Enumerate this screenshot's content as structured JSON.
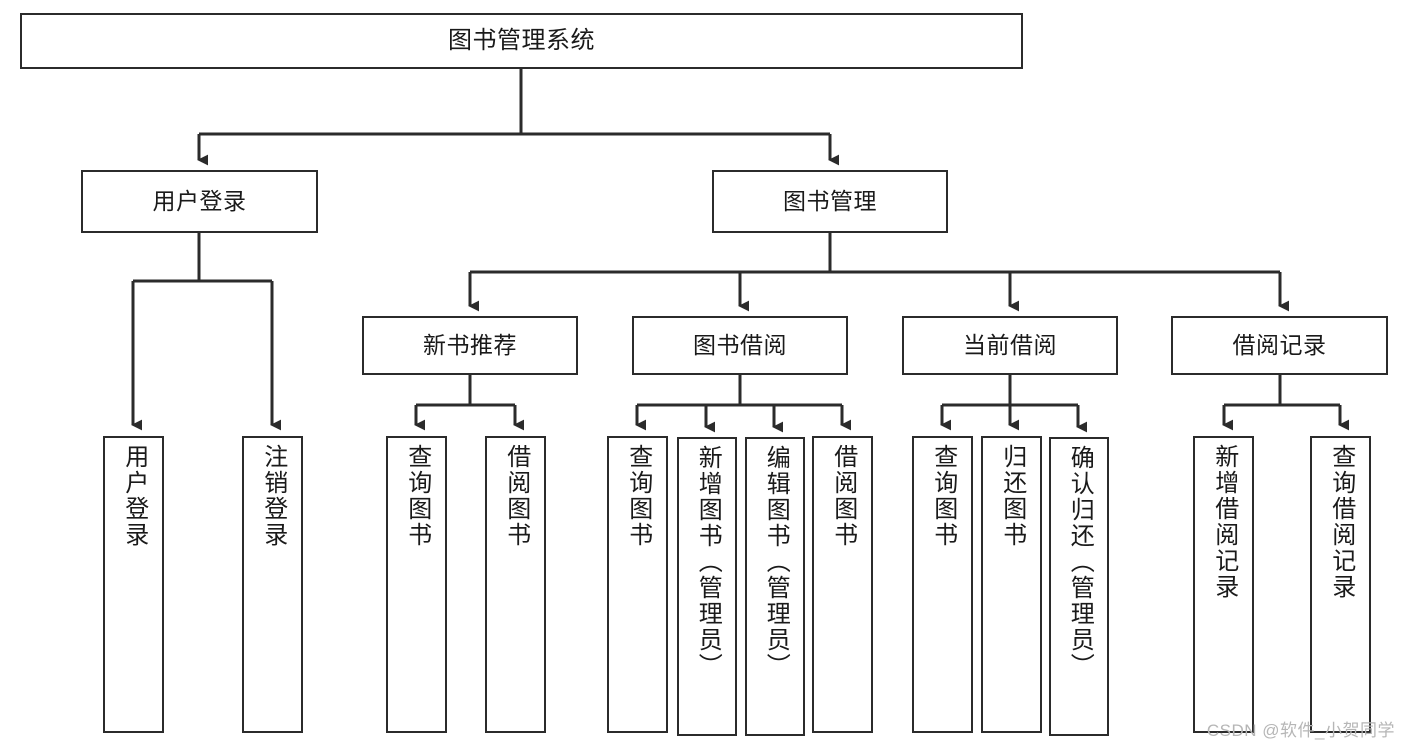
{
  "diagram": {
    "type": "tree-hierarchy-chart",
    "title": "图书管理系统",
    "background_color": "#ffffff",
    "line_color": "#2b2b2b",
    "text_color": "#1a1a1a",
    "watermark": "CSDN @软件_小贺同学",
    "root": {
      "label": "图书管理系统",
      "orientation": "horizontal"
    },
    "level2": [
      {
        "label": "用户登录",
        "orientation": "horizontal"
      },
      {
        "label": "图书管理",
        "orientation": "horizontal"
      }
    ],
    "level3": [
      {
        "label": "新书推荐",
        "orientation": "horizontal"
      },
      {
        "label": "图书借阅",
        "orientation": "horizontal"
      },
      {
        "label": "当前借阅",
        "orientation": "horizontal"
      },
      {
        "label": "借阅记录",
        "orientation": "horizontal"
      }
    ],
    "leaves": {
      "user_login": [
        {
          "label": "用户登录",
          "orientation": "vertical"
        },
        {
          "label": "注销登录",
          "orientation": "vertical"
        }
      ],
      "new_book_recommend": [
        {
          "label": "查询图书",
          "orientation": "vertical"
        },
        {
          "label": "借阅图书",
          "orientation": "vertical"
        }
      ],
      "book_borrow": [
        {
          "label": "查询图书",
          "orientation": "vertical"
        },
        {
          "label": "新增图书（管理员）",
          "orientation": "vertical"
        },
        {
          "label": "编辑图书（管理员）",
          "orientation": "vertical"
        },
        {
          "label": "借阅图书",
          "orientation": "vertical"
        }
      ],
      "current_borrow": [
        {
          "label": "查询图书",
          "orientation": "vertical"
        },
        {
          "label": "归还图书",
          "orientation": "vertical"
        },
        {
          "label": "确认归还（管理员）",
          "orientation": "vertical"
        }
      ],
      "borrow_record": [
        {
          "label": "新增借阅记录",
          "orientation": "vertical"
        },
        {
          "label": "查询借阅记录",
          "orientation": "vertical"
        }
      ]
    }
  }
}
